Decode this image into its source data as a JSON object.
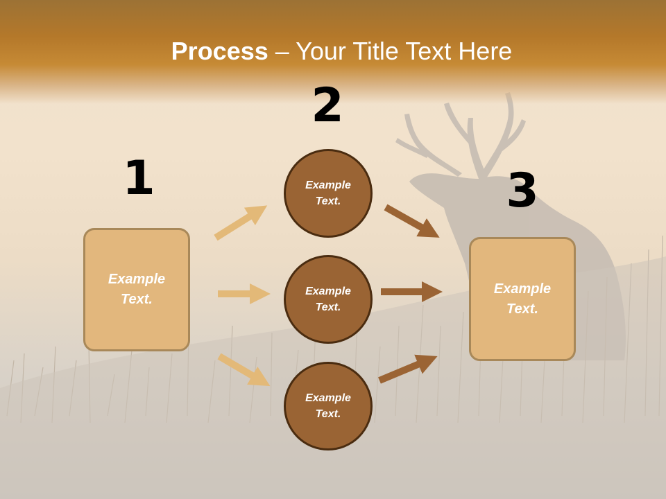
{
  "slide": {
    "title_bold": "Process",
    "title_rest": " – Your Title Text Here",
    "step_numbers": [
      "1",
      "2",
      "3"
    ],
    "left_box": "Example Text.",
    "right_box": "Example Text.",
    "circles": [
      "Example Text.",
      "Example Text.",
      "Example Text."
    ]
  },
  "colors": {
    "title_band": "#b4782a",
    "box_fill": "#e2b77d",
    "circle_fill": "#9a6434",
    "arrow_light": "#e3b978",
    "arrow_dark": "#9b6434"
  }
}
